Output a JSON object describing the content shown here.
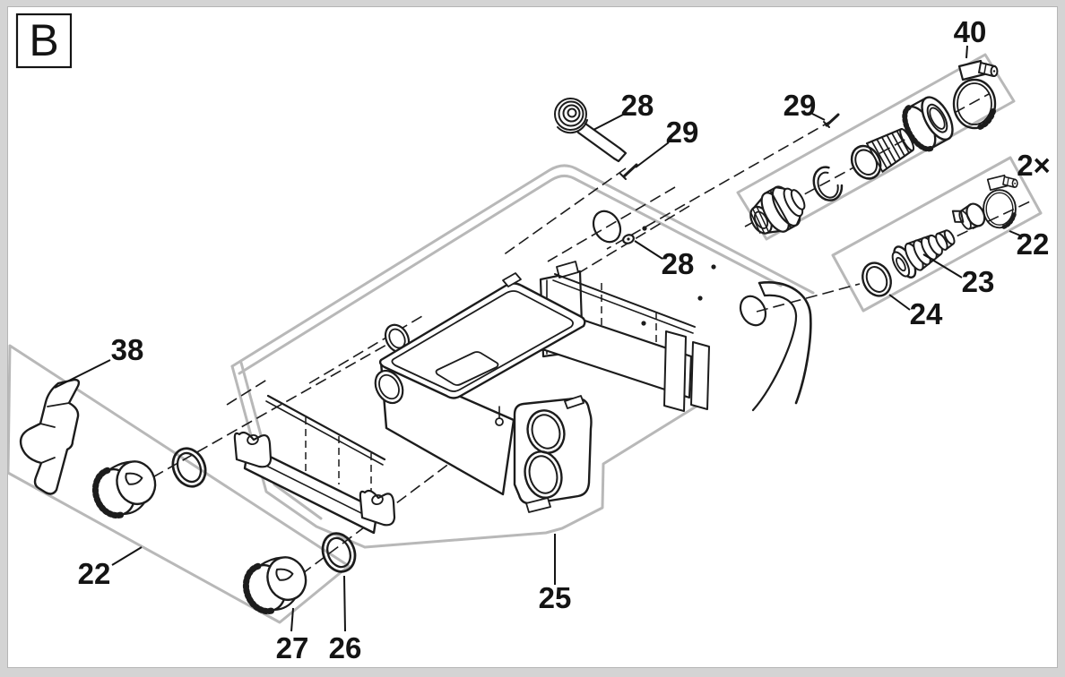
{
  "figure": {
    "label": "B"
  },
  "callouts": [
    {
      "id": "28-top",
      "text": "28"
    },
    {
      "id": "29-top",
      "text": "29"
    },
    {
      "id": "29-right",
      "text": "29"
    },
    {
      "id": "40",
      "text": "40"
    },
    {
      "id": "qty-2x",
      "text": "2×"
    },
    {
      "id": "22-right",
      "text": "22"
    },
    {
      "id": "23",
      "text": "23"
    },
    {
      "id": "24",
      "text": "24"
    },
    {
      "id": "28-mid",
      "text": "28"
    },
    {
      "id": "38",
      "text": "38"
    },
    {
      "id": "22-left",
      "text": "22"
    },
    {
      "id": "25",
      "text": "25"
    },
    {
      "id": "27",
      "text": "27"
    },
    {
      "id": "26",
      "text": "26"
    }
  ],
  "colors": {
    "line": "#1c1c1c",
    "reference_outline_gray": "#b8b8b8",
    "background": "#ffffff",
    "page_edge": "#d4d4d4"
  }
}
